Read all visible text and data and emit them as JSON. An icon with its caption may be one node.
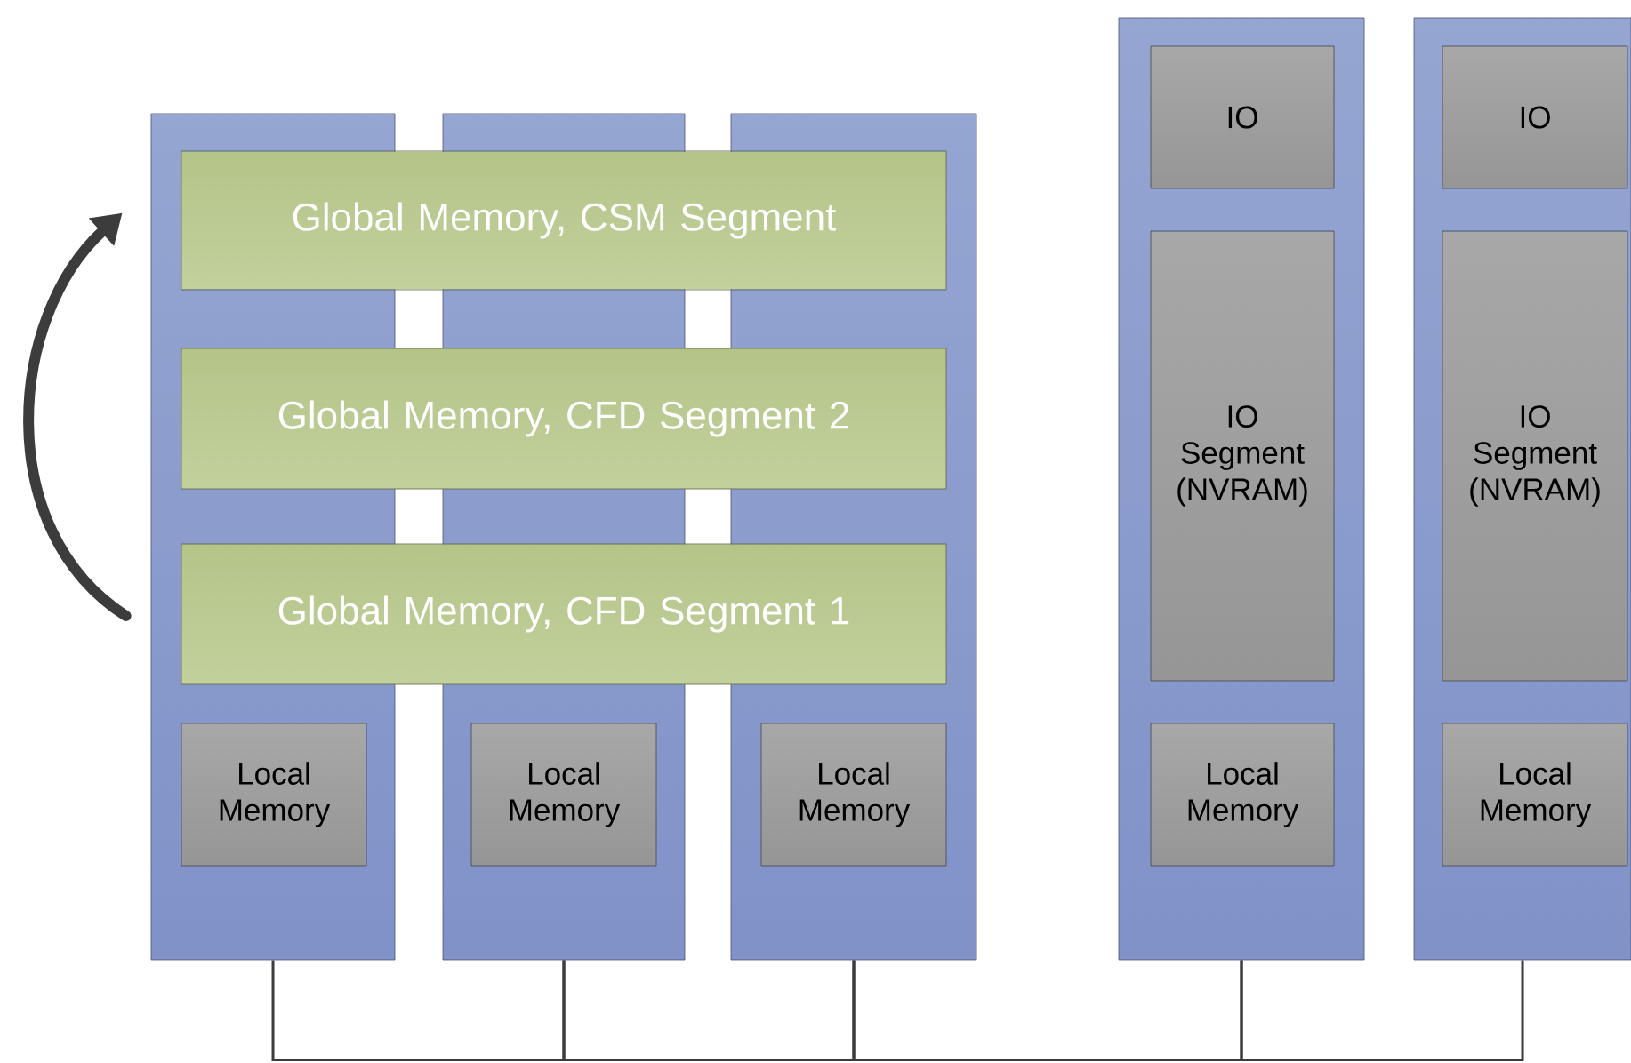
{
  "diagram": {
    "nodes": [
      {
        "text": [],
        "shape": "box"
      },
      {
        "text": [],
        "shape": "box"
      },
      {
        "text": [],
        "shape": "box"
      },
      {
        "text": [],
        "shape": "box"
      },
      {
        "text": [],
        "shape": "box"
      },
      {
        "text": [
          "Global Memory, CSM Segment"
        ]
      },
      {
        "text": [
          "Global Memory, CFD Segment 2"
        ]
      },
      {
        "text": [
          "Global Memory, CFD Segment 1"
        ]
      },
      {
        "text": [
          "Local Memory"
        ],
        "in": 0
      },
      {
        "text": [
          "Local Memory"
        ],
        "in": 1
      },
      {
        "text": [
          "Local Memory"
        ],
        "in": 2
      },
      {
        "text": [
          "IO"
        ],
        "in": 3
      },
      {
        "text": [
          "IO Segment (NVRAM)"
        ],
        "in": 3
      },
      {
        "text": [
          "Local Memory"
        ],
        "in": 3
      },
      {
        "text": [
          "IO"
        ],
        "in": 4
      },
      {
        "text": [
          "IO Segment (NVRAM)"
        ],
        "in": 4
      },
      {
        "text": [
          "Local Memory"
        ],
        "in": 4
      }
    ],
    "edges": [
      {
        "from": 0,
        "to": 1,
        "arrow": "none"
      },
      {
        "from": 1,
        "to": 2,
        "arrow": "none"
      },
      {
        "from": 2,
        "to": 3,
        "arrow": "none"
      },
      {
        "from": 3,
        "to": 4,
        "arrow": "none"
      },
      {
        "from": 7,
        "to": 5,
        "arrow": "to",
        "style": "thick"
      }
    ]
  }
}
